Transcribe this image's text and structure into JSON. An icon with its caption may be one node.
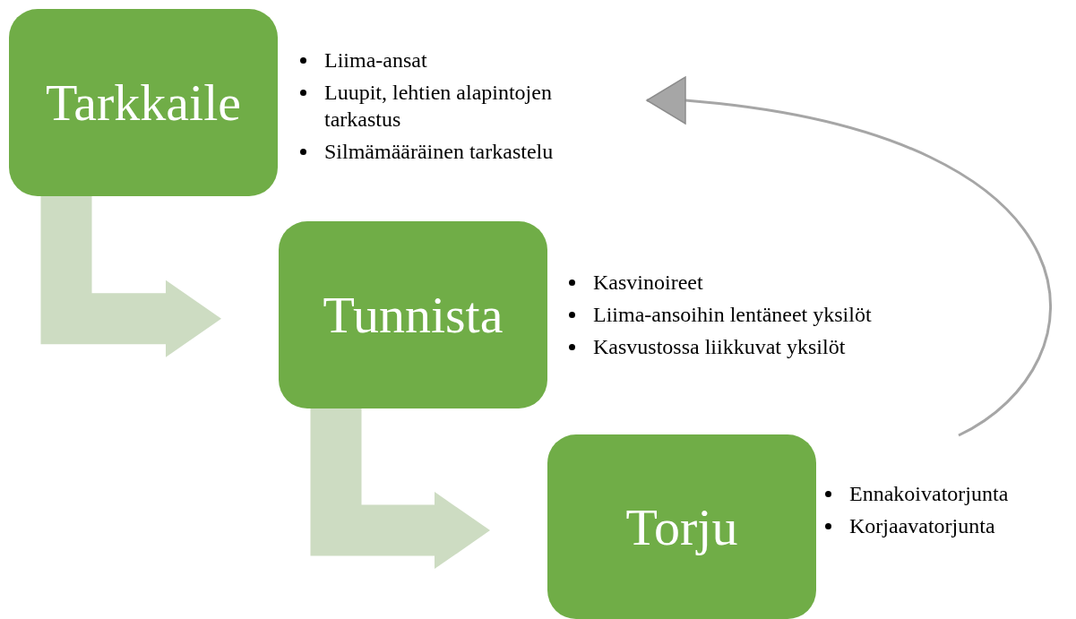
{
  "diagram": {
    "nodes": [
      {
        "text": [
          "Tarkkaile"
        ],
        "beside": [
          "Liima-ansat",
          "Luupit, lehtien alapintojen tarkastus",
          "Silmämääräinen tarkastelu"
        ]
      },
      {
        "text": [
          "Tunnista"
        ],
        "beside": [
          "Kasvinoireet",
          "Liima-ansoihin lentäneet yksilöt",
          "Kasvustossa liikkuvat yksilöt"
        ]
      },
      {
        "text": [
          "Torju"
        ],
        "beside": [
          "Ennakoivatorjunta",
          "Korjaavatorjunta"
        ]
      }
    ],
    "edges": [
      {
        "from": 0,
        "to": 1,
        "arrow": "to"
      },
      {
        "from": 1,
        "to": 2,
        "arrow": "to"
      },
      {
        "from": 2,
        "to": 0,
        "arrow": "to",
        "color": "#a6a6a6"
      }
    ]
  }
}
